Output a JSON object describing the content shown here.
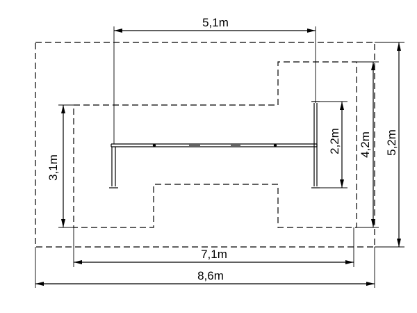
{
  "dimensions": {
    "beam_span": "5,1m",
    "outer_height": "5,2m",
    "inner_height": "4,2m",
    "post_spacing": "2,2m",
    "left_height": "3,1m",
    "inner_width": "7,1m",
    "outer_width": "8,6m"
  }
}
